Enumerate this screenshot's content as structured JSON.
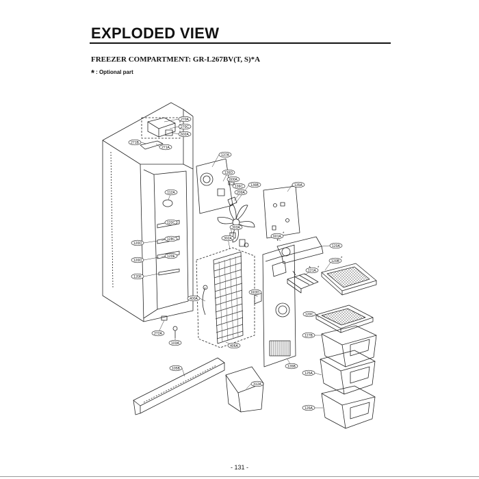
{
  "header": {
    "title": "EXPLODED VIEW",
    "subtitle": "FREEZER COMPARTMENT: GR-L267BV(T, S)*A",
    "note_symbol": "*",
    "note_text": ": Optional part"
  },
  "footer": {
    "page_number": "- 131 -"
  },
  "callouts": [
    {
      "id": "c-270a",
      "label": "270A",
      "optional": false
    },
    {
      "id": "c-270c",
      "label": "270C",
      "optional": false
    },
    {
      "id": "c-602a",
      "label": "602A",
      "optional": false
    },
    {
      "id": "c-271b",
      "label": "271B",
      "optional": false
    },
    {
      "id": "c-271a",
      "label": "271A",
      "optional": false
    },
    {
      "id": "c-137a",
      "label": "137A",
      "optional": false
    },
    {
      "id": "c-136d",
      "label": "136D",
      "optional": false
    },
    {
      "id": "c-600a",
      "label": "600A",
      "optional": false
    },
    {
      "id": "c-136c",
      "label": "136C",
      "optional": false
    },
    {
      "id": "c-136b",
      "label": "136B",
      "optional": false
    },
    {
      "id": "c-209a",
      "label": "209A",
      "optional": false
    },
    {
      "id": "c-135a",
      "label": "135A",
      "optional": false
    },
    {
      "id": "c-112a",
      "label": "112A",
      "optional": false
    },
    {
      "id": "c-120c-a",
      "label": "120C",
      "optional": false
    },
    {
      "id": "c-303a",
      "label": "303A",
      "optional": false
    },
    {
      "id": "c-302a",
      "label": "302A",
      "optional": false
    },
    {
      "id": "c-601a",
      "label": "601A",
      "optional": true
    },
    {
      "id": "c-120a",
      "label": "120A",
      "optional": false
    },
    {
      "id": "c-120d-a",
      "label": "120D",
      "optional": false
    },
    {
      "id": "c-128c",
      "label": "128C",
      "optional": false
    },
    {
      "id": "c-120e",
      "label": "120E",
      "optional": false
    },
    {
      "id": "c-120d-b",
      "label": "120D",
      "optional": false
    },
    {
      "id": "c-121a",
      "label": "121A",
      "optional": true
    },
    {
      "id": "c-120b",
      "label": "120B",
      "optional": true
    },
    {
      "id": "c-120f",
      "label": "120F",
      "optional": false
    },
    {
      "id": "c-603d",
      "label": "603D",
      "optional": false
    },
    {
      "id": "c-400a",
      "label": "400A",
      "optional": false
    },
    {
      "id": "c-120c-b",
      "label": "120C",
      "optional": false
    },
    {
      "id": "c-127b",
      "label": "127B",
      "optional": false
    },
    {
      "id": "c-272a",
      "label": "272A",
      "optional": false
    },
    {
      "id": "c-103a",
      "label": "103A",
      "optional": false
    },
    {
      "id": "c-406a",
      "label": "406A",
      "optional": false
    },
    {
      "id": "c-135b",
      "label": "135B",
      "optional": false
    },
    {
      "id": "c-105b",
      "label": "105B",
      "optional": false
    },
    {
      "id": "c-312a",
      "label": "312A",
      "optional": false
    },
    {
      "id": "c-125a",
      "label": "125A",
      "optional": false
    },
    {
      "id": "c-126a",
      "label": "126A",
      "optional": false
    }
  ]
}
